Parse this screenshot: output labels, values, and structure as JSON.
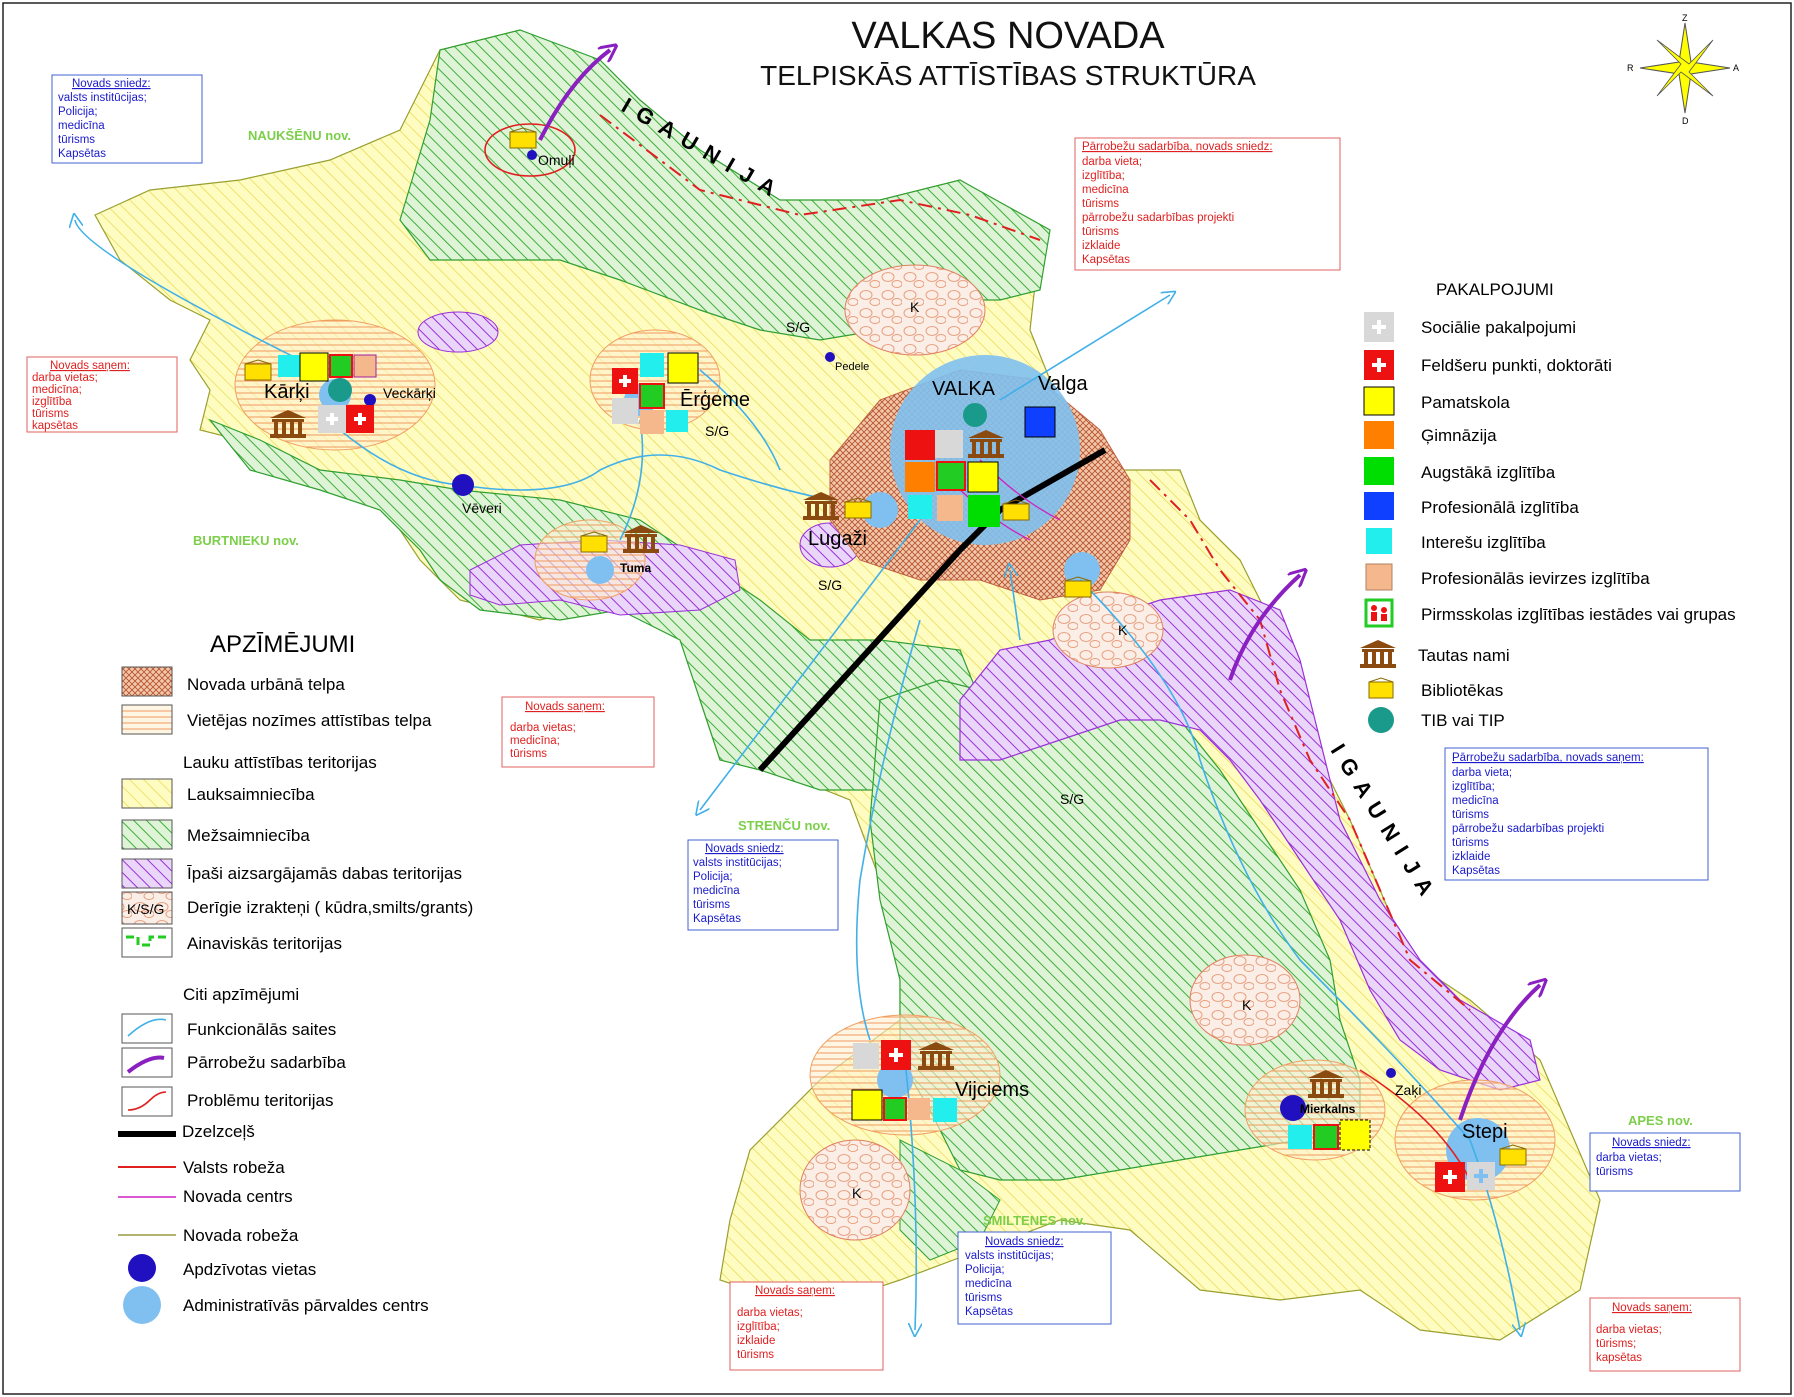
{
  "title": "VALKAS NOVADA",
  "subtitle": "TELPISKĀS ATTĪSTĪBAS STRUKTŪRA",
  "compass": {
    "n": "Z",
    "s": "D",
    "w": "R",
    "e": "A"
  },
  "country_label": "I G A U N I J A",
  "neighbours": {
    "nauksenu": "NAUKŠĒNU nov.",
    "burtnieku": "BURTNIEKU nov.",
    "strencu": "STRENČU nov.",
    "smiltenes": "SMILTENES nov.",
    "apes": "APES nov."
  },
  "places": {
    "omuli": "Omuļi",
    "karki": "Kārķi",
    "veckarki": "Veckārķi",
    "ergeme": "Ērģeme",
    "pedele": "Pedele",
    "valka": "VALKA",
    "valga": "Valga",
    "veveri": "Vēveri",
    "lugazi": "Lugaži",
    "tuma": "Tuma",
    "vijciems": "Vijciems",
    "mierkalns": "Mierkalns",
    "zaki": "Zaķi",
    "stepi": "Stepi"
  },
  "deposit_labels": {
    "sg": "S/G",
    "k": "K"
  },
  "info_boxes": {
    "nw_gives": {
      "title": "Novads sniedz:",
      "lines": [
        "valsts institūcijas;",
        "Policija;",
        "medicīna",
        "tūrisms",
        "Kapsētas"
      ]
    },
    "w_receives": {
      "title": "Novads saņem:",
      "lines": [
        "darba vietas;",
        "medicīna;",
        "izglītība",
        "tūrisms",
        "kapsētas"
      ]
    },
    "ne_cross": {
      "title": "Pārrobežu sadarbība, novads sniedz:",
      "lines": [
        "darba vieta;",
        "izglītība;",
        "medicīna",
        "tūrisms",
        "pārrobežu sadarbības projekti",
        "tūrisms",
        "izklaide",
        "Kapsētas"
      ]
    },
    "center_receives": {
      "title": "Novads saņem:",
      "lines": [
        "darba vietas;",
        "medicīna;",
        "tūrisms"
      ]
    },
    "strencu_gives": {
      "title": "Novads sniedz:",
      "lines": [
        "valsts institūcijas;",
        "Policija;",
        "medicīna",
        "tūrisms",
        "Kapsētas"
      ]
    },
    "e_cross": {
      "title": "Pārrobežu sadarbība, novads saņem:",
      "lines": [
        "darba vieta;",
        "izglītība;",
        "medicīna",
        "tūrisms",
        "pārrobežu sadarbības projekti",
        "tūrisms",
        "izklaide",
        "Kapsētas"
      ]
    },
    "s_receives": {
      "title": "Novads saņem:",
      "lines": [
        "darba vietas;",
        "izglītība;",
        "izklaide",
        "tūrisms"
      ]
    },
    "smiltenes_gives": {
      "title": "Novads sniedz:",
      "lines": [
        "valsts institūcijas;",
        "Policija;",
        "medicīna",
        "tūrisms",
        "Kapsētas"
      ]
    },
    "apes_gives": {
      "title": "Novads sniedz:",
      "lines": [
        "darba vietas;",
        "tūrisms"
      ]
    },
    "se_receives": {
      "title": "Novads saņem:",
      "lines": [
        "darba vietas;",
        "tūrisms;",
        "kapsētas"
      ]
    }
  },
  "services_legend": {
    "title": "PAKALPOJUMI",
    "items": [
      {
        "icon": "social-services-icon",
        "label": "Sociālie pakalpojumi",
        "color": "#d8d8d8"
      },
      {
        "icon": "first-aid-icon",
        "label": "Feldšeru punkti, doktorāti",
        "color": "#ee1111"
      },
      {
        "icon": "primary-school-icon",
        "label": "Pamatskola",
        "color": "#ffff00"
      },
      {
        "icon": "gymnasium-icon",
        "label": "Ģimnāzija",
        "color": "#ff8000"
      },
      {
        "icon": "higher-education-icon",
        "label": "Augstākā izglītība",
        "color": "#00dd00"
      },
      {
        "icon": "vocational-education-icon",
        "label": "Profesionālā izglītība",
        "color": "#1040ff"
      },
      {
        "icon": "interest-education-icon",
        "label": "Interešu izglītība",
        "color": "#22eeee"
      },
      {
        "icon": "professional-orientation-icon",
        "label": "Profesionālās ievirzes izglītība",
        "color": "#f5b88c"
      },
      {
        "icon": "preschool-icon",
        "label": "Pirmsskolas izglītības iestādes vai grupas",
        "color": "#22cc22"
      },
      {
        "icon": "culture-house-icon",
        "label": "Tautas nami",
        "color": "#8a4a10"
      },
      {
        "icon": "library-icon",
        "label": "Bibliotēkas",
        "color": "#ffe000"
      },
      {
        "icon": "tourist-info-icon",
        "label": "TIB vai TIP",
        "color": "#1a9a8a"
      }
    ]
  },
  "main_legend": {
    "title": "APZĪMĒJUMI",
    "zones": [
      {
        "icon": "urban-space-icon",
        "label": "Novada urbānā telpa"
      },
      {
        "icon": "local-development-icon",
        "label": "Vietējas nozīmes attīstības telpa"
      }
    ],
    "rural_title": "Lauku attīstības teritorijas",
    "rural": [
      {
        "icon": "agriculture-icon",
        "label": "Lauksaimniecība"
      },
      {
        "icon": "forestry-icon",
        "label": "Mežsaimniecība"
      },
      {
        "icon": "protected-nature-icon",
        "label": "Īpaši aizsargājamās dabas teritorijas"
      },
      {
        "icon": "mineral-deposits-icon",
        "label": "Derīgie izrakteņi   ( kūdra,smilts/grants)",
        "swatch_text": "K/S/G"
      },
      {
        "icon": "landscape-icon",
        "label": "Ainaviskās teritorijas"
      }
    ],
    "other_title": "Citi apzīmējumi",
    "other": [
      {
        "icon": "functional-links-icon",
        "label": "Funkcionālās saites"
      },
      {
        "icon": "cross-border-icon",
        "label": "Pārrobežu sadarbība"
      },
      {
        "icon": "problem-territory-icon",
        "label": "Problēmu teritorijas"
      },
      {
        "icon": "railway-icon",
        "label": "Dzelzceļš"
      },
      {
        "icon": "state-border-icon",
        "label": "Valsts robeža"
      },
      {
        "icon": "county-centre-icon",
        "label": "Novada centrs"
      },
      {
        "icon": "county-border-icon",
        "label": "Novada robeža"
      },
      {
        "icon": "settlement-icon",
        "label": "Apdzīvotas vietas"
      },
      {
        "icon": "admin-centre-icon",
        "label": "Administratīvās pārvaldes centrs"
      }
    ]
  },
  "colors": {
    "agriculture": "#fffbb0",
    "forestry": "#22aa22",
    "protected": "#b040e0",
    "urban": "#b44a30",
    "local": "#f0a060",
    "admin": "#80c0f0",
    "settlement": "#2010c0",
    "functional": "#40b0e8",
    "crossborder": "#8a20c0",
    "border": "#e02020"
  }
}
